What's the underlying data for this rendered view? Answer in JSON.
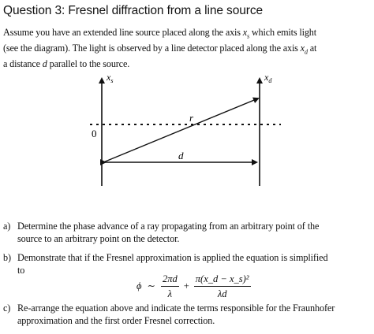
{
  "title": "Question 3: Fresnel diffraction from a line source",
  "intro": {
    "line1_a": "Assume you have an extended line source placed along the axis ",
    "xs": "x",
    "xs_sub": "s",
    "line1_b": " which emits light",
    "line2_a": "(see the diagram). The light is observed by a line detector placed along the axis ",
    "xd": "x",
    "xd_sub": "d",
    "line2_b": " at",
    "line3_a": "a distance ",
    "d": "d",
    "line3_b": " parallel to the source."
  },
  "diagram": {
    "label_xs": "x",
    "label_xs_sub": "s",
    "label_xd": "x",
    "label_xd_sub": "d",
    "label_r": "r",
    "label_zero": "0",
    "label_d": "d"
  },
  "questions": [
    {
      "label": "a)",
      "text_l1": "Determine the phase advance of a ray propagating from an arbitrary point of the",
      "text_l2": "source to an arbitrary point on the detector."
    },
    {
      "label": "b)",
      "text_l1": "Demonstrate that if the Fresnel approximation is applied the equation is simplified",
      "text_l2": "to"
    },
    {
      "label": "c)",
      "text_l1": "Re-arrange the equation above and indicate the terms responsible for the Fraunhofer",
      "text_l2": "approximation and the first order Fresnel correction."
    }
  ],
  "equation": {
    "lhs": "ϕ",
    "sim": "∼",
    "frac1_num": "2πd",
    "frac1_den": "λ",
    "plus": "+",
    "frac2_num": "π(x_d − x_s)²",
    "frac2_den": "λd"
  }
}
